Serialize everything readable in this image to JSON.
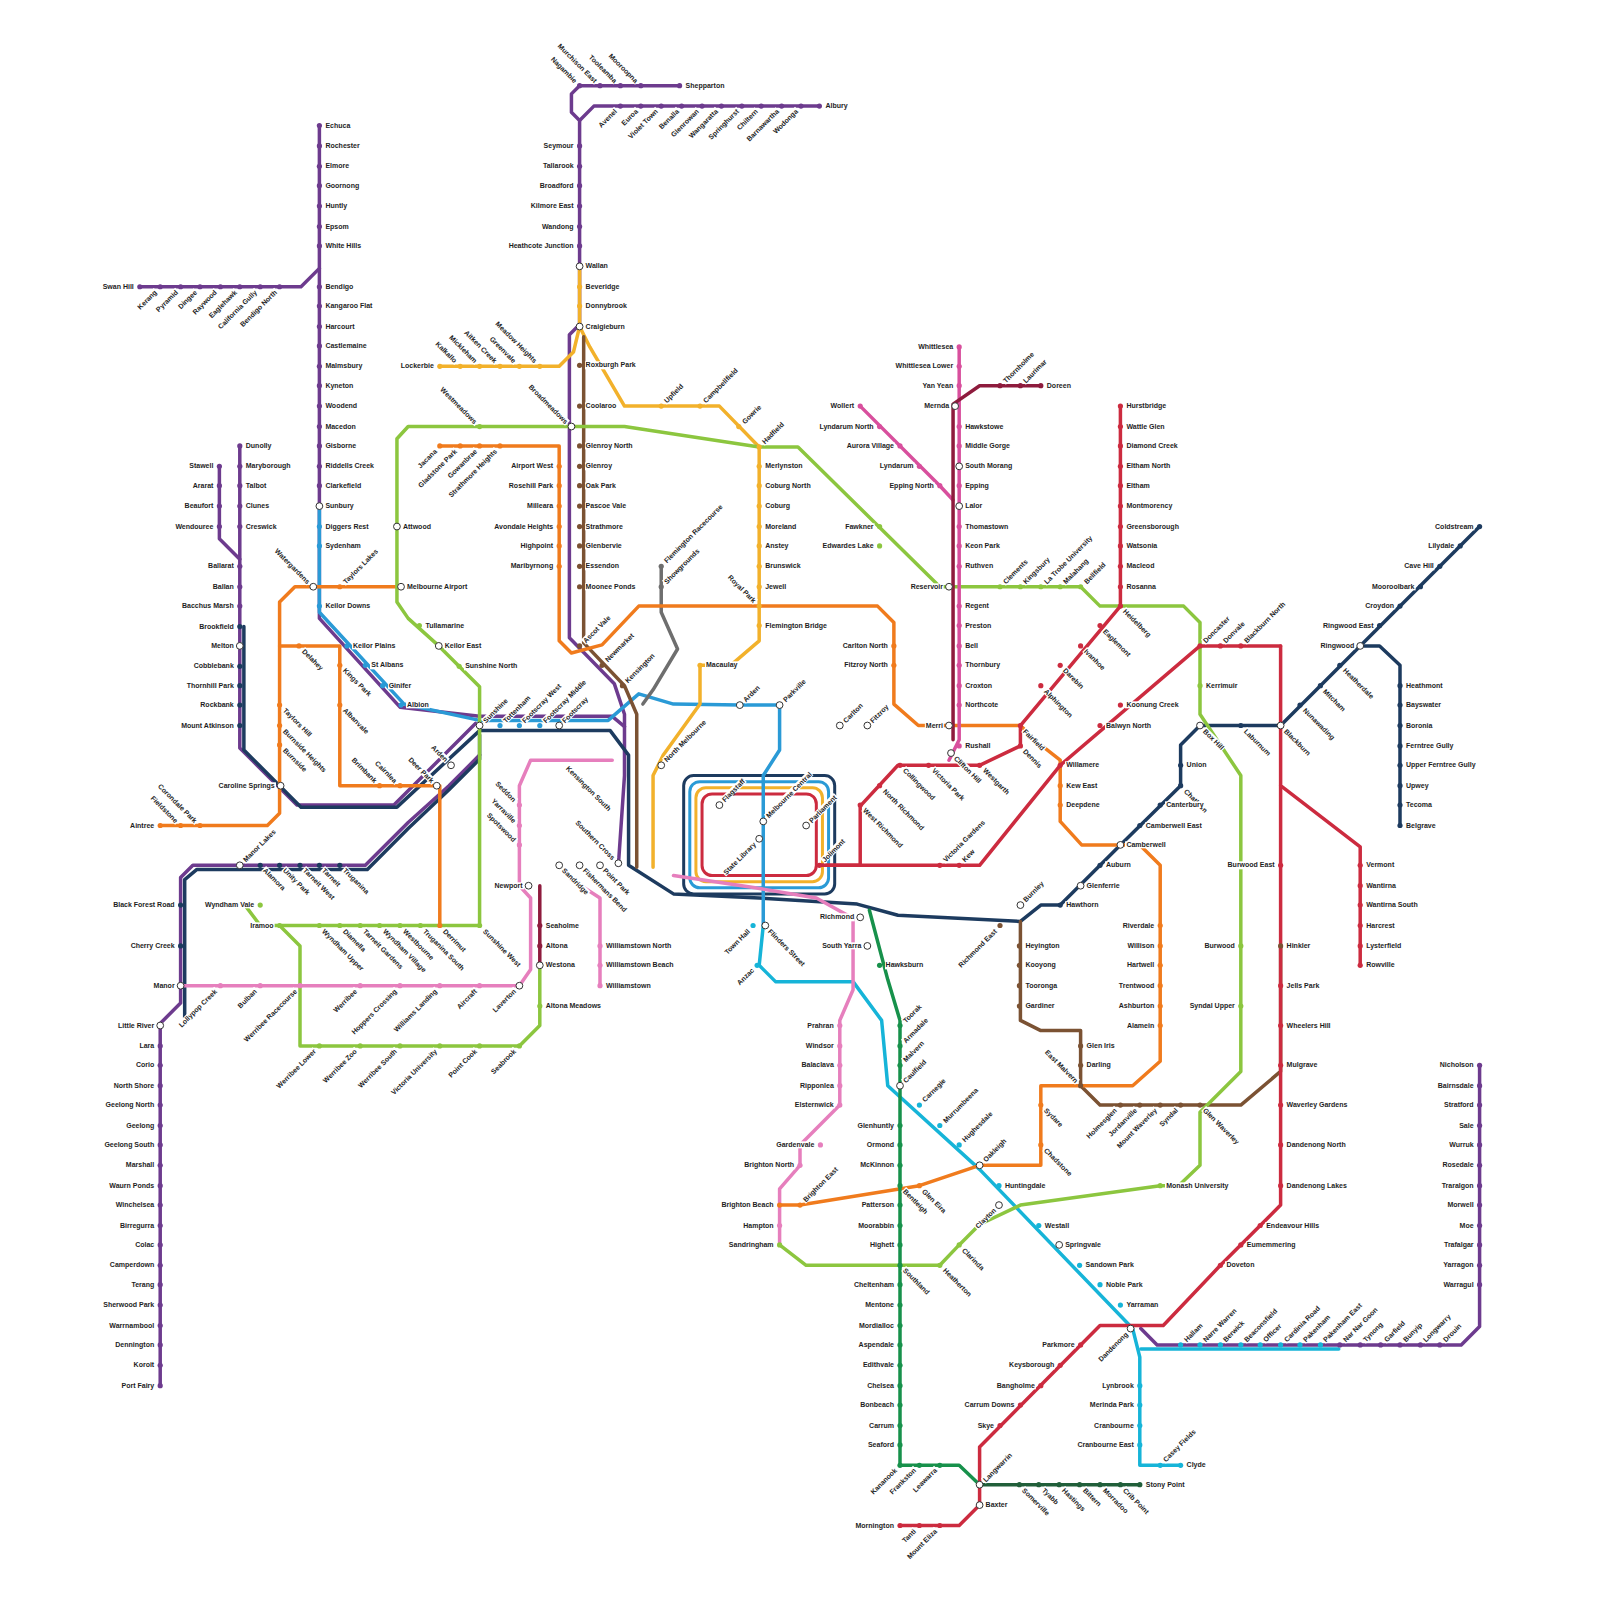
{
  "diagram": {
    "labels": [
      "Nagambie",
      "Murchison East",
      "Tooleamba",
      "Mooroopna",
      "Shepparton",
      "Avenel",
      "Euroa",
      "Violet Town",
      "Benalla",
      "Glenrowan",
      "Wangaratta",
      "Springhurst",
      "Chiltern",
      "Barnawartha",
      "Wodonga",
      "Albury",
      "Seymour",
      "Tallarook",
      "Broadford",
      "Kilmore East",
      "Wandong",
      "Heathcote Junction",
      "Wallan",
      "Beveridge",
      "Donnybrook",
      "Craigieburn",
      "Roxburgh Park",
      "Coolaroo",
      "Broadmeadows",
      "Glenroy North",
      "Glenroy",
      "Oak Park",
      "Pascoe Vale",
      "Strathmore",
      "Glenbervie",
      "Essendon",
      "Moonee Ponds",
      "Ascot Vale",
      "Newmarket",
      "Kensington",
      "Echuca",
      "Rochester",
      "Elmore",
      "Goornong",
      "Huntly",
      "Epsom",
      "White Hills",
      "Bendigo",
      "Kangaroo Flat",
      "Harcourt",
      "Castlemaine",
      "Malmsbury",
      "Kyneton",
      "Woodend",
      "Macedon",
      "Gisborne",
      "Riddells Creek",
      "Clarkefield",
      "Sunbury",
      "Diggers Rest",
      "Sydenham",
      "Watergardens",
      "Keilor Downs",
      "Keilor Plains",
      "St Albans",
      "Ginifer",
      "Albion",
      "Swan Hill",
      "Kerang",
      "Pyramid",
      "Dingee",
      "Raywood",
      "Eaglehawk",
      "California Gully",
      "Bendigo North",
      "Dunolly",
      "Stawell",
      "Maryborough",
      "Ararat",
      "Talbot",
      "Beaufort",
      "Clunes",
      "Wendouree",
      "Creswick",
      "Ballarat",
      "Ballan",
      "Bacchus Marsh",
      "Brookfield",
      "Melton",
      "Cobblebank",
      "Thornhill Park",
      "Rockbank",
      "Mount Atkinson",
      "Caroline Springs",
      "Taylors Lakes",
      "Delahey",
      "Taylors Hill",
      "Burnside Heights",
      "Burnside",
      "Kings Park",
      "Albanvale",
      "Brimbank",
      "Cairnlea",
      "Deer Park",
      "Aintree",
      "Fieldstone",
      "Corondale Park",
      "Melbourne Airport",
      "Attwood",
      "Westmeadows",
      "Tullamarine",
      "Keilor East",
      "Sunshine North",
      "Jacana",
      "Gladstone Park",
      "Gowanbrae",
      "Strathmore Heights",
      "Airport West",
      "Rosehill Park",
      "Milleara",
      "Avondale Heights",
      "Highpoint",
      "Maribyrnong",
      "Lockerbie",
      "Kalkallo",
      "Mickleham",
      "Aitken Creek",
      "Greenvale",
      "Meadow Heights",
      "Upfield",
      "Campbellfield",
      "Gowrie",
      "Hadfield",
      "Merlynston",
      "Coburg North",
      "Coburg",
      "Moreland",
      "Anstey",
      "Brunswick",
      "Jewell",
      "Royal Park",
      "Flemington Bridge",
      "Macaulay",
      "Flemington Racecourse",
      "Showgrounds",
      "Carlton North",
      "Fitzroy North",
      "Wollert",
      "Lyndarum North",
      "Aurora Village",
      "Lyndarum",
      "Epping North",
      "Whittlesea",
      "Whittlesea Lower",
      "Yan Yean",
      "Mernda",
      "Thornholme",
      "Laurimar",
      "Doreen",
      "Hawkstowe",
      "Middle Gorge",
      "South Morang",
      "Epping",
      "Lalor",
      "Thomastown",
      "Keon Park",
      "Ruthven",
      "Reservoir",
      "Regent",
      "Preston",
      "Bell",
      "Thornbury",
      "Croxton",
      "Northcote",
      "Merri",
      "Rushall",
      "Fawkner",
      "Edwardes Lake",
      "Clements",
      "Kingsbury",
      "La Trobe University",
      "Malahang",
      "Bellfield",
      "Hurstbridge",
      "Wattle Glen",
      "Diamond Creek",
      "Eltham North",
      "Eltham",
      "Montmorency",
      "Greensborough",
      "Watsonia",
      "Macleod",
      "Rosanna",
      "Heidelberg",
      "Eaglemont",
      "Ivanhoe",
      "Darebin",
      "Alphington",
      "Fairfield",
      "Dennis",
      "Westgarth",
      "Victoria Park",
      "Collingwood",
      "North Richmond",
      "West Richmond",
      "Clifton Hill",
      "Jolimont",
      "Parliament",
      "State Library",
      "Melbourne Central",
      "Flagstaff",
      "Parkville",
      "Arden",
      "Carlton",
      "Fitzroy",
      "North Melbourne",
      "Kensington South",
      "Southern Cross",
      "Arden",
      "Sunshine",
      "Tottenham",
      "Footscray West",
      "Footscray Middle",
      "Footscray",
      "Seddon",
      "Yarraville",
      "Spotswood",
      "Newport",
      "Sandridge",
      "Fishermans Bend",
      "Point Park",
      "Seaholme",
      "Altona",
      "Westona",
      "Altona Meadows",
      "Williamstown North",
      "Williamstown Beach",
      "Williamstown",
      "Laverton",
      "Aircraft",
      "Williams Landing",
      "Hoppers Crossing",
      "Werribee",
      "Werribee Racecourse",
      "Bulban",
      "Lollypop Creek",
      "Manor",
      "Wyndham Upper",
      "Diamella",
      "Tarneit Gardens",
      "Wyndham Village",
      "Westbourne",
      "Truganina South",
      "Derrimut",
      "Sunshine West",
      "Wyndham Vale",
      "Iramoo",
      "Manor Lakes",
      "Alamora",
      "Unity Park",
      "Tarneit West",
      "Tarneit",
      "Truganina",
      "Black Forest Road",
      "Cherry Creek",
      "Werribee Lower",
      "Werribee Zoo",
      "Werribee South",
      "Victoria University",
      "Point Cook",
      "Seabrook",
      "Little River",
      "Lara",
      "Corio",
      "North Shore",
      "Geelong North",
      "Geelong",
      "Geelong South",
      "Marshall",
      "Waurn Ponds",
      "Winchelsea",
      "Birregurra",
      "Colac",
      "Camperdown",
      "Terang",
      "Sherwood Park",
      "Warrnambool",
      "Dennington",
      "Koroit",
      "Port Fairy",
      "Flinders Street",
      "Town Hall",
      "Anzac",
      "Richmond",
      "South Yarra",
      "Hawksburn",
      "Prahran",
      "Windsor",
      "Balaclava",
      "Ripponlea",
      "Elsternwick",
      "Gardenvale",
      "Brighton North",
      "Brighton Beach",
      "Hampton",
      "Sandringham",
      "Brighton East",
      "Toorak",
      "Armadale",
      "Malvern",
      "Caulfield",
      "Glenhuntly",
      "Ormond",
      "McKinnon",
      "Bentleigh",
      "Patterson",
      "Moorabbin",
      "Highett",
      "Southland",
      "Cheltenham",
      "Mentone",
      "Mordialloc",
      "Aspendale",
      "Edithvale",
      "Chelsea",
      "Bonbeach",
      "Carrum",
      "Seaford",
      "Kananook",
      "Frankston",
      "Leawarra",
      "Langwarrin",
      "Baxter",
      "Mornington",
      "Tanti",
      "Mount Eliza",
      "Somerville",
      "Tyabb",
      "Hastings",
      "Bittern",
      "Morradoo",
      "Crib Point",
      "Stony Point",
      "Glen Eira",
      "Heatherton",
      "Clarinda",
      "Carnegie",
      "Murrumbeena",
      "Hughesdale",
      "Oakleigh",
      "Huntingdale",
      "Clayton",
      "Westall",
      "Springvale",
      "Sandown Park",
      "Noble Park",
      "Yarraman",
      "Dandenong",
      "Hallam",
      "Narre Warren",
      "Berwick",
      "Beaconsfield",
      "Officer",
      "Cardinia Road",
      "Pakenham",
      "Pakenham East",
      "Nar Nar Goon",
      "Tynong",
      "Garfield",
      "Bunyip",
      "Longwarry",
      "Drouin",
      "Nicholson",
      "Bairnsdale",
      "Stratford",
      "Sale",
      "Wurruk",
      "Rosedale",
      "Traralgon",
      "Morwell",
      "Moe",
      "Trafalgar",
      "Yarragon",
      "Warragul",
      "Lynbrook",
      "Merinda Park",
      "Cranbourne",
      "Cranbourne East",
      "Casey Fields",
      "Clyde",
      "Parkmore",
      "Keysborough",
      "Bangholme",
      "Carrum Downs",
      "Skye",
      "Burwood East",
      "Hinkler",
      "Jells Park",
      "Wheelers Hill",
      "Mulgrave",
      "Waverley Gardens",
      "Dandenong North",
      "Dandenong Lakes",
      "Endeavour Hills",
      "Eumemmering",
      "Doveton",
      "Vermont",
      "Wantirna",
      "Wantirna South",
      "Harcrest",
      "Lysterfield",
      "Rowville",
      "Coldstream",
      "Lilydale",
      "Cave Hill",
      "Mooroolbark",
      "Croydon",
      "Ringwood East",
      "Ringwood",
      "Heatherdale",
      "Mitcham",
      "Nunawading",
      "Heathmont",
      "Bayswater",
      "Boronia",
      "Ferntree Gully",
      "Upper Ferntree Gully",
      "Upwey",
      "Tecoma",
      "Belgrave",
      "Blackburn",
      "Laburnum",
      "Box Hill",
      "Union",
      "Chatham",
      "Canterbury",
      "Camberwell East",
      "Camberwell",
      "Auburn",
      "Glenferrie",
      "Hawthorn",
      "Burnley",
      "Richmond East",
      "Doncaster",
      "Donvale",
      "Blackburn North",
      "Kerrimuir",
      "Koonung Creek",
      "Balwyn North",
      "Willamere",
      "Kew East",
      "Deepdene",
      "Victoria Gardens",
      "Kew",
      "Heyington",
      "Kooyong",
      "Tooronga",
      "Gardiner",
      "Glen Iris",
      "Darling",
      "East Malvern",
      "Holmesglen",
      "Jordanville",
      "Mount Waverley",
      "Syndal",
      "Glen Waverley",
      "Riverdale",
      "Willison",
      "Hartwell",
      "Trentwood",
      "Ashburton",
      "Alamein",
      "Sydare",
      "Chadstone",
      "Burwood",
      "Syndal Upper",
      "Monash University"
    ]
  }
}
